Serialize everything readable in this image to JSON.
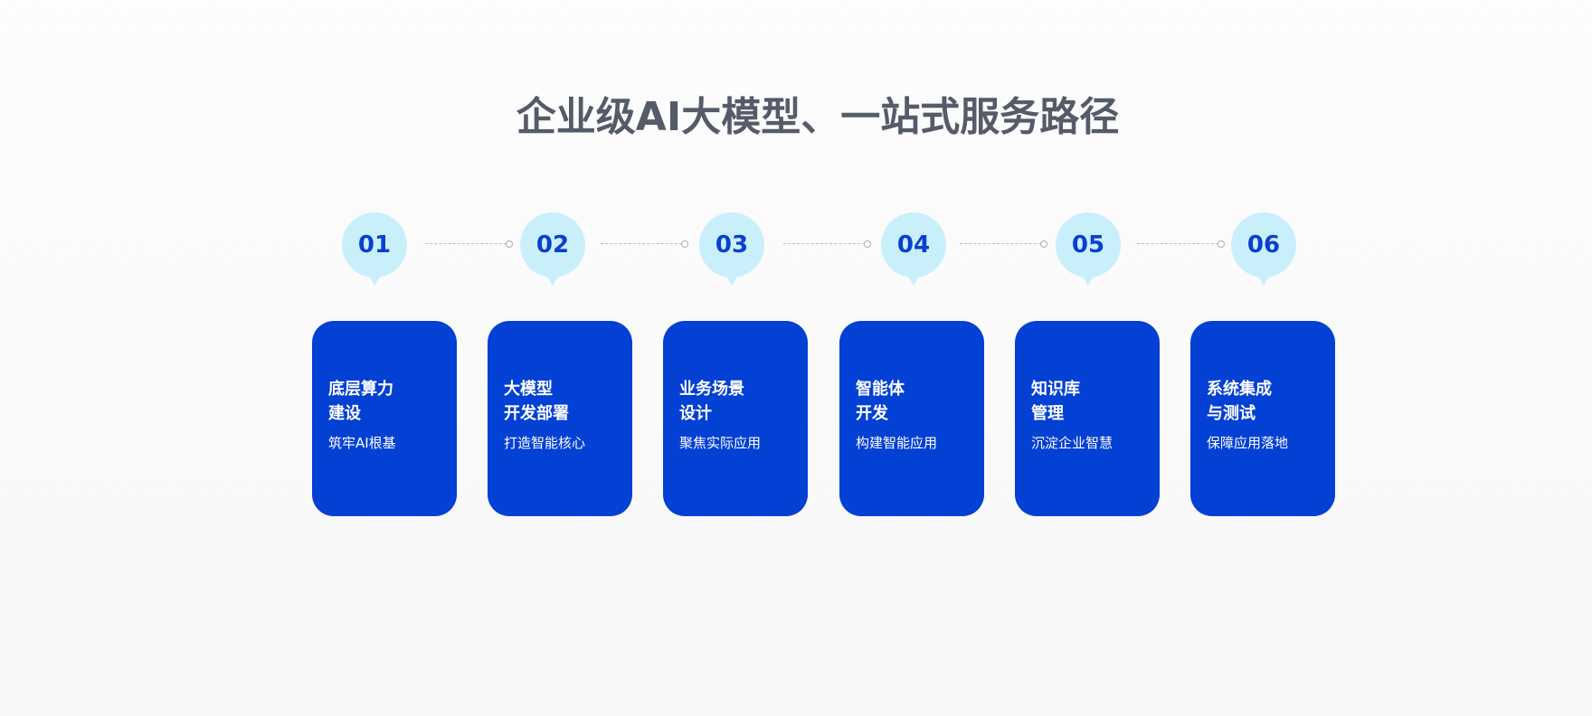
{
  "title": "企业级AI大模型、一站式服务路径",
  "colors": {
    "background": "#f9f9fa",
    "title": "#555b68",
    "badge_fill": "#c9effb",
    "badge_text": "#0a3fd1",
    "card_fill": "#0340d4",
    "card_text": "#ffffff",
    "connector": "#b9bcc2"
  },
  "steps": [
    {
      "number": "01",
      "title": "底层算力\n建设",
      "subtitle": "筑牢AI根基"
    },
    {
      "number": "02",
      "title": "大模型\n开发部署",
      "subtitle": "打造智能核心"
    },
    {
      "number": "03",
      "title": "业务场景\n设计",
      "subtitle": "聚焦实际应用"
    },
    {
      "number": "04",
      "title": "智能体\n开发",
      "subtitle": "构建智能应用"
    },
    {
      "number": "05",
      "title": "知识库\n管理",
      "subtitle": "沉淀企业智慧"
    },
    {
      "number": "06",
      "title": "系统集成\n与测试",
      "subtitle": "保障应用落地"
    }
  ]
}
